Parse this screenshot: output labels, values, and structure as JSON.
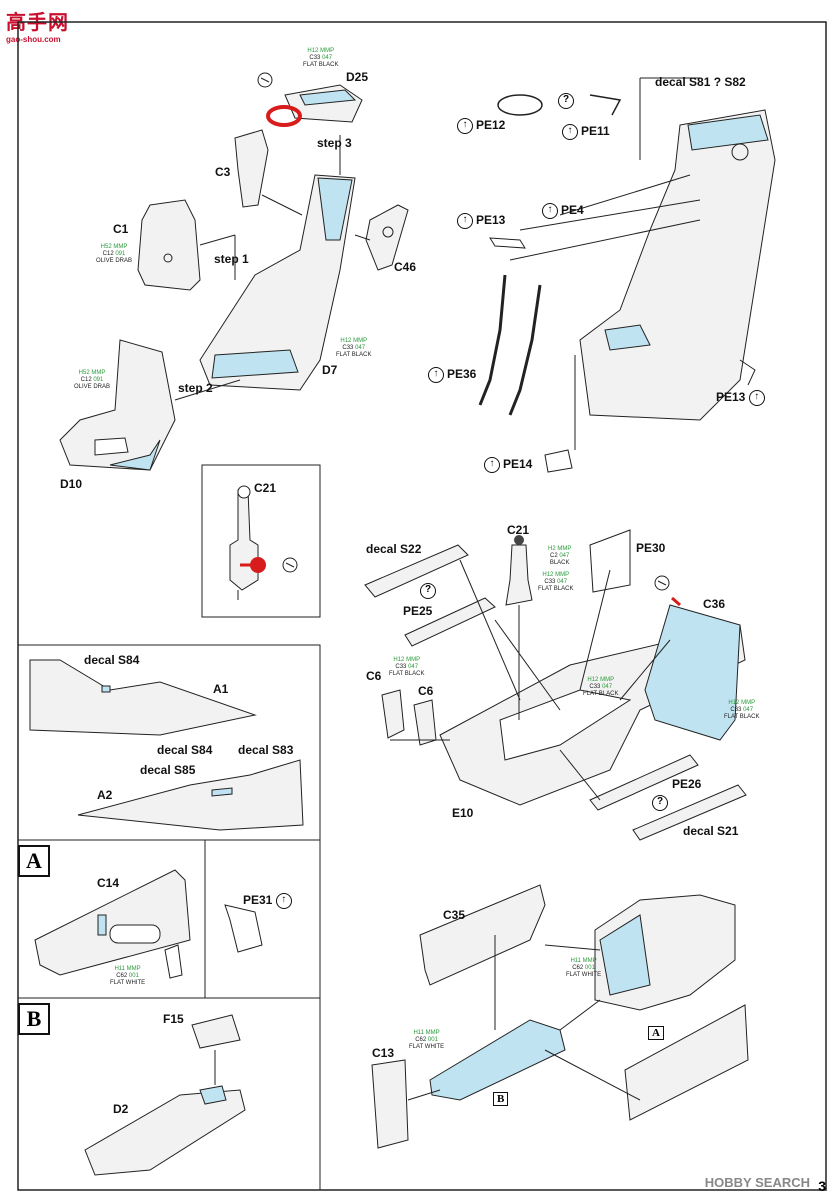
{
  "logo": {
    "chars": "高手网",
    "url_text": "gao-shou.com"
  },
  "watermark": "HOBBY SEARCH",
  "page_number": "3",
  "part_labels": {
    "D25": "D25",
    "C3": "C3",
    "C1": "C1",
    "C46": "C46",
    "D7": "D7",
    "D10": "D10",
    "step1": "step 1",
    "step2": "step 2",
    "step3": "step 3",
    "C21a": "C21",
    "C21b": "C21",
    "decal_S81": "decal S81 ? S82",
    "PE12": "PE12",
    "PE11": "PE11",
    "PE13a": "PE13",
    "PE4": "PE4",
    "PE36": "PE36",
    "PE13b": "PE13",
    "PE14": "PE14",
    "decal_S84a": "decal S84",
    "A1": "A1",
    "decal_S84b": "decal S84",
    "decal_S83": "decal S83",
    "decal_S85": "decal S85",
    "A2": "A2",
    "decal_S22": "decal S22",
    "PE25": "PE25",
    "PE30": "PE30",
    "C36": "C36",
    "C6a": "C6",
    "C6b": "C6",
    "E10": "E10",
    "PE26": "PE26",
    "decal_S21": "decal S21",
    "C14": "C14",
    "PE31": "PE31",
    "F15": "F15",
    "D2": "D2",
    "C35": "C35",
    "C13": "C13"
  },
  "section_letters": {
    "A": "A",
    "B": "B"
  },
  "paints": {
    "p_d25": {
      "h": "H12",
      "m": "MMP",
      "c": "C33",
      "n": "047",
      "name": "FLAT BLACK"
    },
    "p_c1": {
      "h": "H52",
      "m": "MMP",
      "c": "C12",
      "n": "091",
      "name": "OLIVE DRAB"
    },
    "p_d7": {
      "h": "H12",
      "m": "MMP",
      "c": "C33",
      "n": "047",
      "name": "FLAT BLACK"
    },
    "p_d10": {
      "h": "H52",
      "m": "MMP",
      "c": "C12",
      "n": "091",
      "name": "OLIVE DRAB"
    },
    "p_c21a": {
      "h": "H2",
      "m": "MMP",
      "c": "C2",
      "n": "047",
      "name": "BLACK"
    },
    "p_c21b": {
      "h": "H12",
      "m": "MMP",
      "c": "C33",
      "n": "047",
      "name": "FLAT BLACK"
    },
    "p_pe25": {
      "h": "H12",
      "m": "MMP",
      "c": "C33",
      "n": "047",
      "name": "FLAT BLACK"
    },
    "p_e10": {
      "h": "H12",
      "m": "MMP",
      "c": "C33",
      "n": "047",
      "name": "FLAT BLACK"
    },
    "p_c36": {
      "h": "H12",
      "m": "MMP",
      "c": "C33",
      "n": "047",
      "name": "FLAT BLACK"
    },
    "p_c14": {
      "h": "H11",
      "m": "MMP",
      "c": "C62",
      "n": "001",
      "name": "FLAT WHITE"
    },
    "p_c35": {
      "h": "H11",
      "m": "MMP",
      "c": "C62",
      "n": "001",
      "name": "FLAT WHITE"
    },
    "p_d2": {
      "h": "H11",
      "m": "MMP",
      "c": "C62",
      "n": "001",
      "name": "FLAT WHITE"
    }
  },
  "colors": {
    "line": "#222222",
    "part_fill": "#f2f2f2",
    "decal_blue": "#bfe3f0",
    "red": "#d81b1b",
    "paint_green": "#2a9a3a"
  }
}
